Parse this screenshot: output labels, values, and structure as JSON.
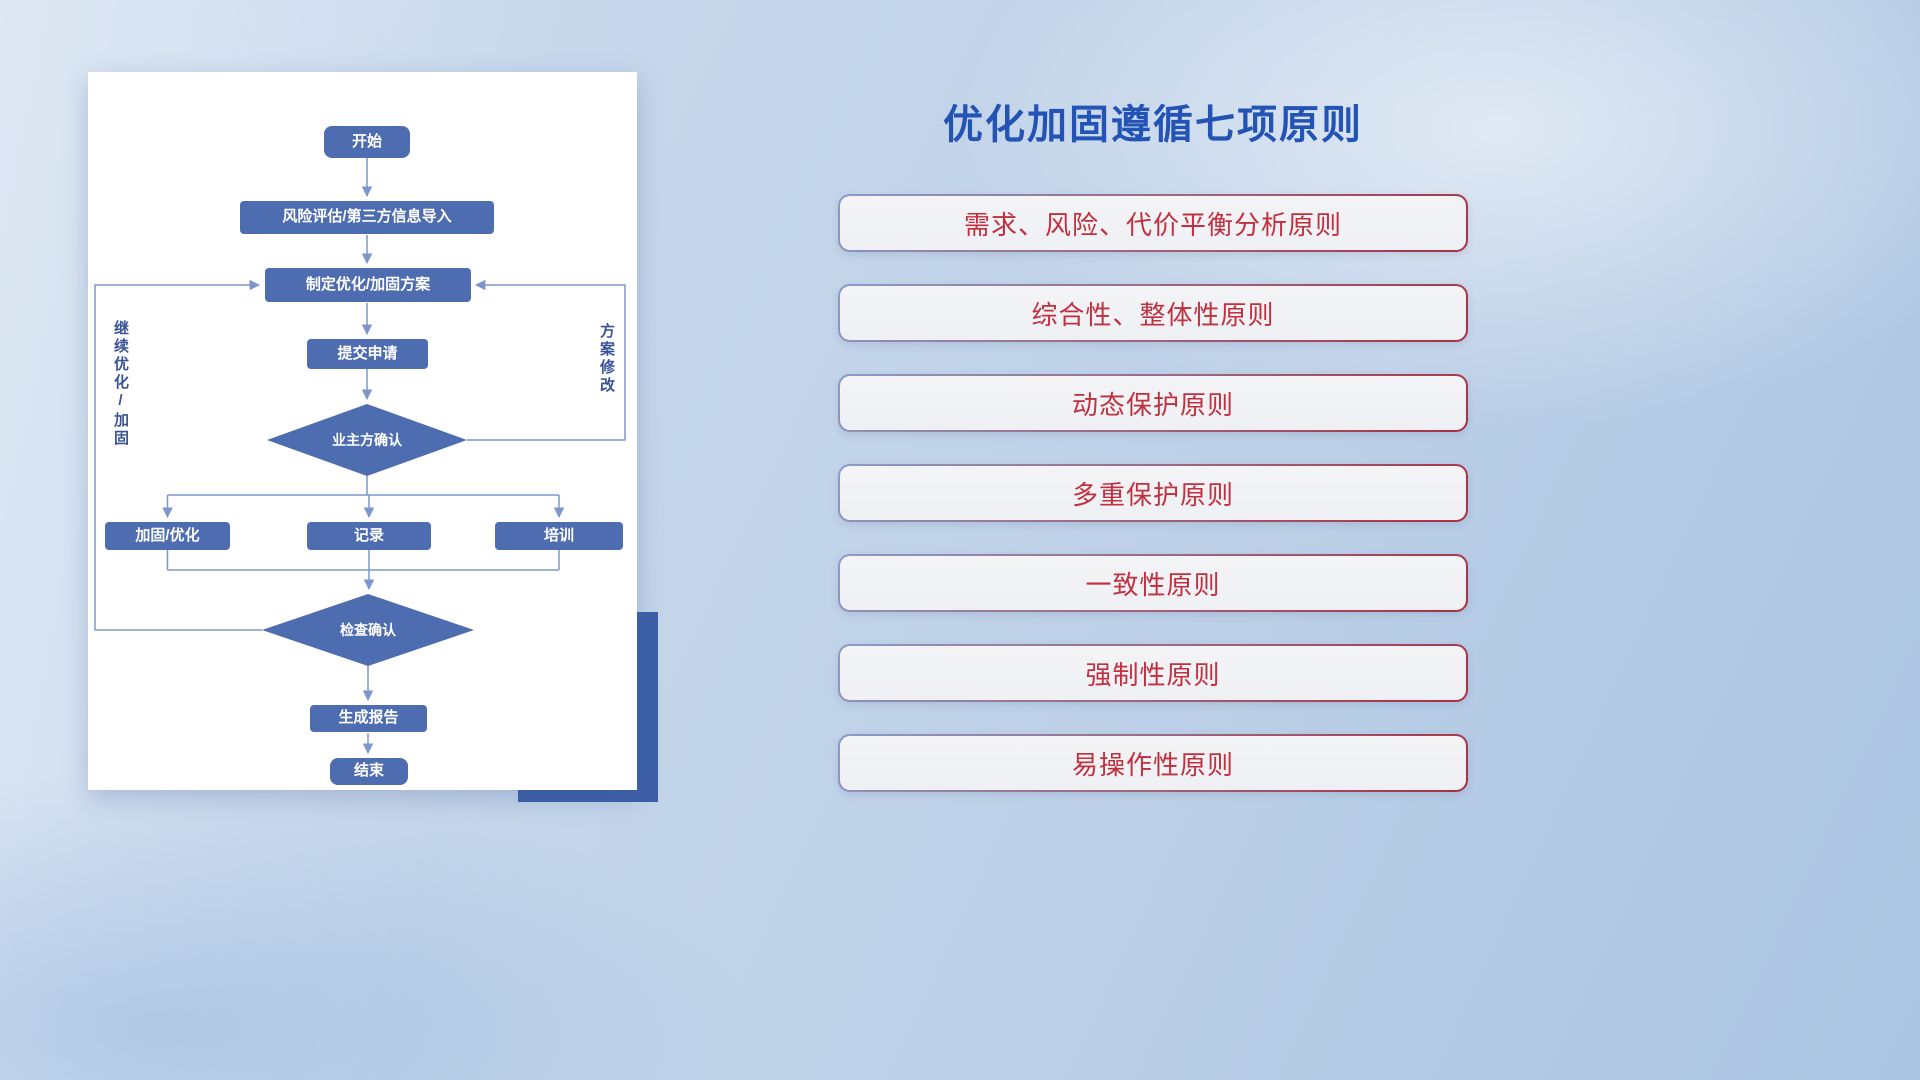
{
  "title": "优化加固遵循七项原则",
  "flowchart": {
    "nodes": {
      "start": "开始",
      "risk_import": "风险评估/第三方信息导入",
      "make_plan": "制定优化/加固方案",
      "submit": "提交申请",
      "owner_confirm": "业主方确认",
      "reinforce": "加固/优化",
      "record": "记录",
      "training": "培训",
      "check_confirm": "检查确认",
      "report": "生成报告",
      "end": "结束"
    },
    "loop_labels": {
      "continue_optimize": "继续优化/加固",
      "plan_revise": "方案修改"
    }
  },
  "principles": [
    "需求、风险、代价平衡分析原则",
    "综合性、整体性原则",
    "动态保护原则",
    "多重保护原则",
    "一致性原则",
    "强制性原则",
    "易操作性原则"
  ],
  "colors": {
    "node_fill": "#4e6cb0",
    "connector": "#7d97cd",
    "title_blue": "#2353b4",
    "principle_red": "#c0303f",
    "accent_rect": "#3c5fa8"
  }
}
